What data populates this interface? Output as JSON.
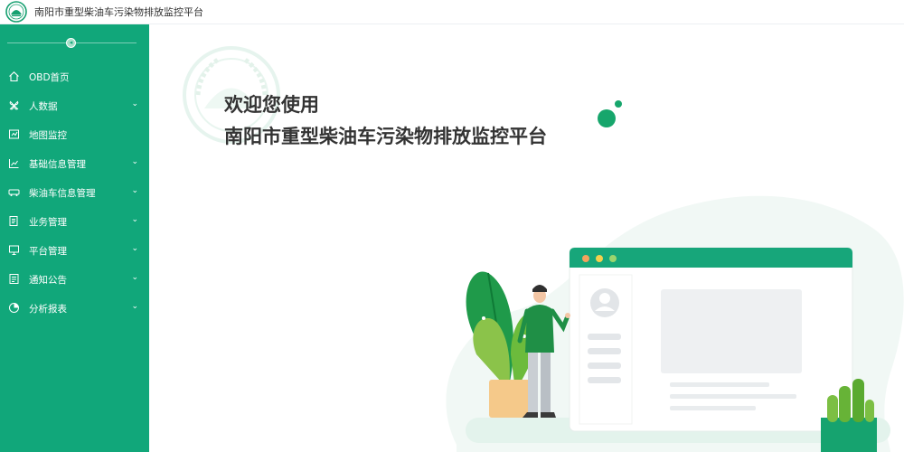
{
  "header": {
    "title": "南阳市重型柴油车污染物排放监控平台",
    "logo_icon": "environment-emblem-icon"
  },
  "sidebar": {
    "collapse_icon": "collapse-arrow-icon",
    "items": [
      {
        "label": "OBD首页",
        "icon": "home-icon",
        "has_children": false
      },
      {
        "label": "人数据",
        "icon": "fan-icon",
        "has_children": true
      },
      {
        "label": "地图监控",
        "icon": "map-icon",
        "has_children": false
      },
      {
        "label": "基础信息管理",
        "icon": "chart-board-icon",
        "has_children": true
      },
      {
        "label": "柴油车信息管理",
        "icon": "vehicle-icon",
        "has_children": true
      },
      {
        "label": "业务管理",
        "icon": "document-icon",
        "has_children": true
      },
      {
        "label": "平台管理",
        "icon": "monitor-icon",
        "has_children": true
      },
      {
        "label": "通知公告",
        "icon": "notice-icon",
        "has_children": true
      },
      {
        "label": "分析报表",
        "icon": "pie-chart-icon",
        "has_children": true
      }
    ],
    "caret_glyph": "⌄"
  },
  "main": {
    "welcome_line1": "欢迎您使用",
    "welcome_line2": "南阳市重型柴油车污染物排放监控平台"
  },
  "colors": {
    "sidebar_bg": "#11a77a",
    "accent": "#16a070",
    "text": "#333333"
  }
}
